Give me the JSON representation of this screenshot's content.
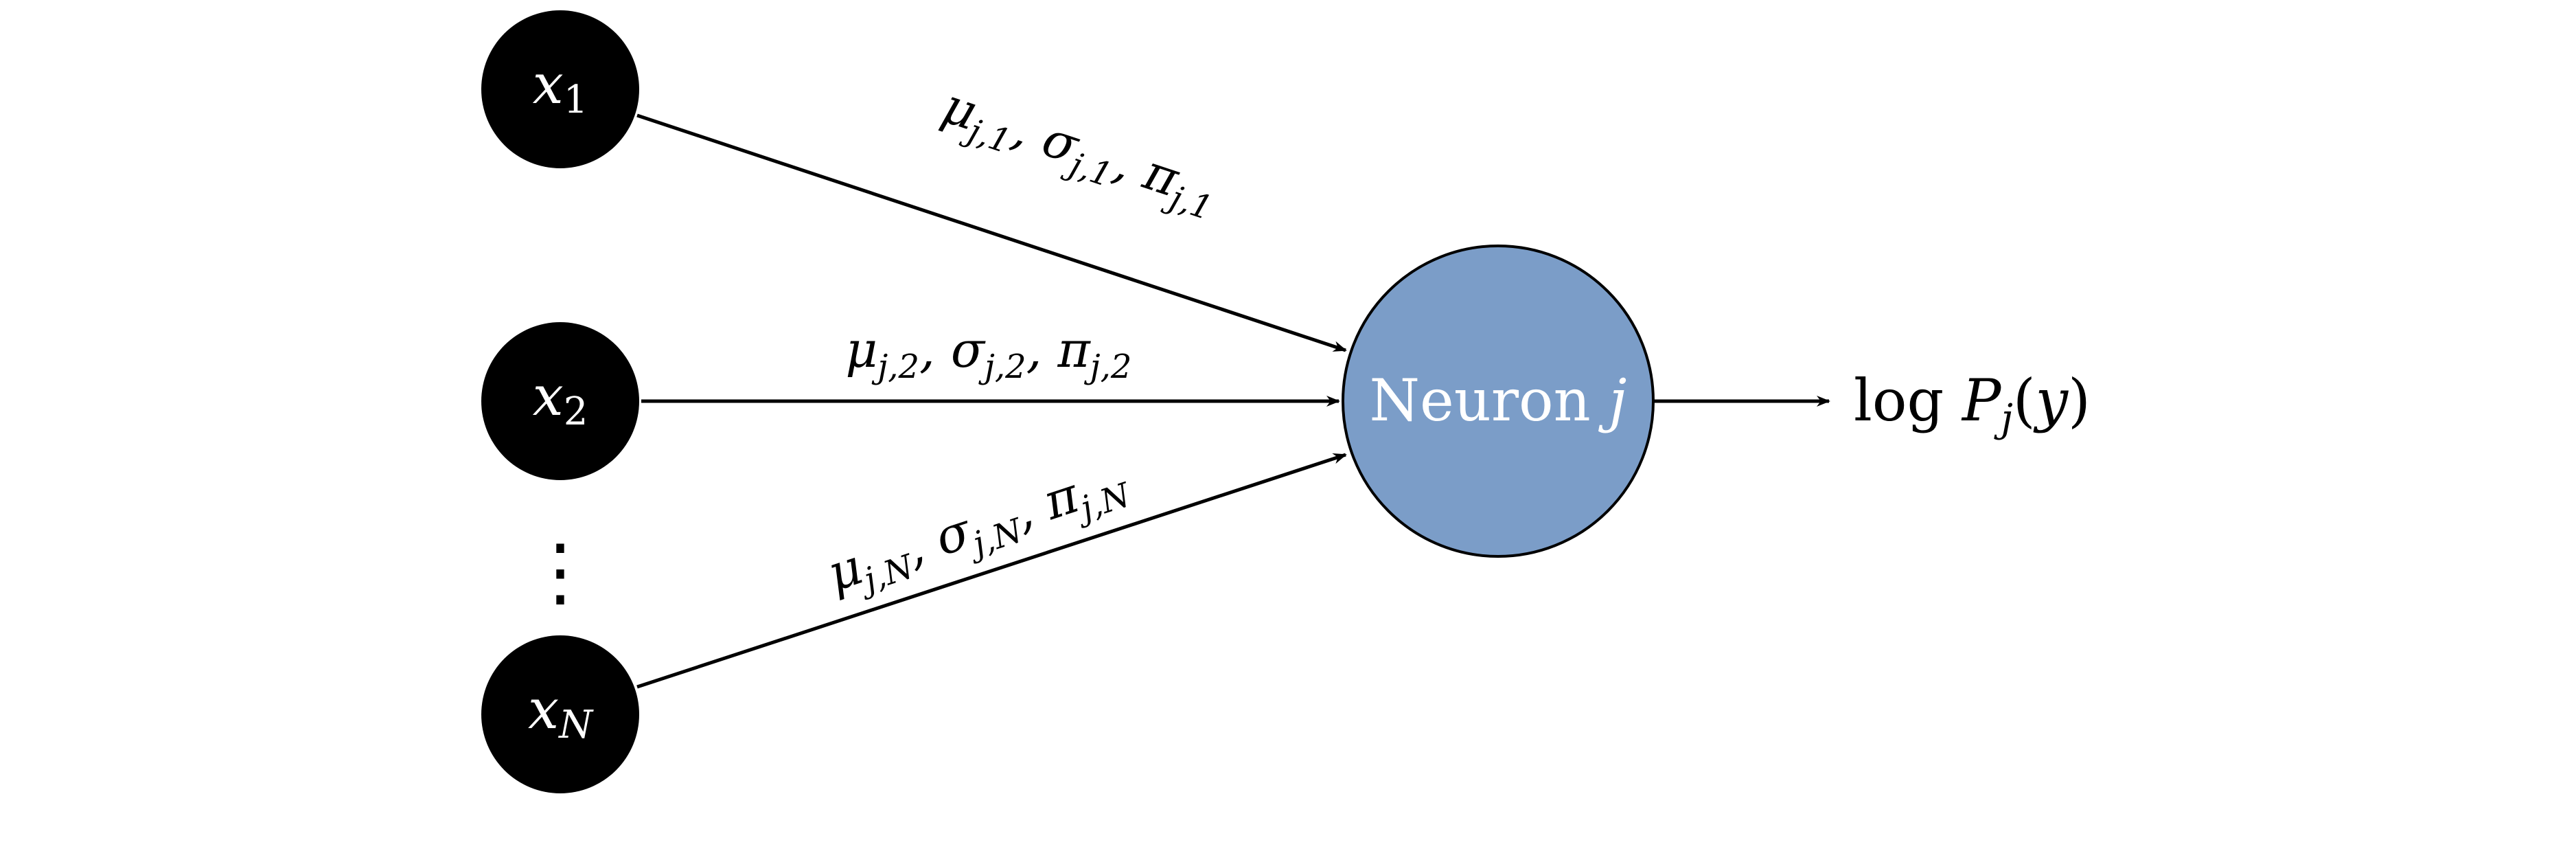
{
  "colors": {
    "input_node_fill": "#000000",
    "neuron_fill": "#7b9dc8",
    "edge_color": "#000000",
    "label_color": "#000000",
    "node_text_color": "#ffffff"
  },
  "inputs": [
    {
      "var": "x",
      "sub": "1"
    },
    {
      "var": "x",
      "sub": "2"
    },
    {
      "var": "x",
      "sub": "N"
    }
  ],
  "ellipsis": "⋮",
  "edges": [
    {
      "mu": "μ",
      "mu_sub": "j,1",
      "sigma": "σ",
      "sigma_sub": "j,1",
      "pi": "π",
      "pi_sub": "j,1",
      "sep": ","
    },
    {
      "mu": "μ",
      "mu_sub": "j,2",
      "sigma": "σ",
      "sigma_sub": "j,2",
      "pi": "π",
      "pi_sub": "j,2",
      "sep": ","
    },
    {
      "mu": "μ",
      "mu_sub": "j,N",
      "sigma": "σ",
      "sigma_sub": "j,N",
      "pi": "π",
      "pi_sub": "j,N",
      "sep": ","
    }
  ],
  "neuron": {
    "word": "Neuron",
    "index": "j"
  },
  "output": {
    "func": "log",
    "P": "P",
    "P_sub": "j",
    "open": "(",
    "arg": "y",
    "close": ")"
  }
}
